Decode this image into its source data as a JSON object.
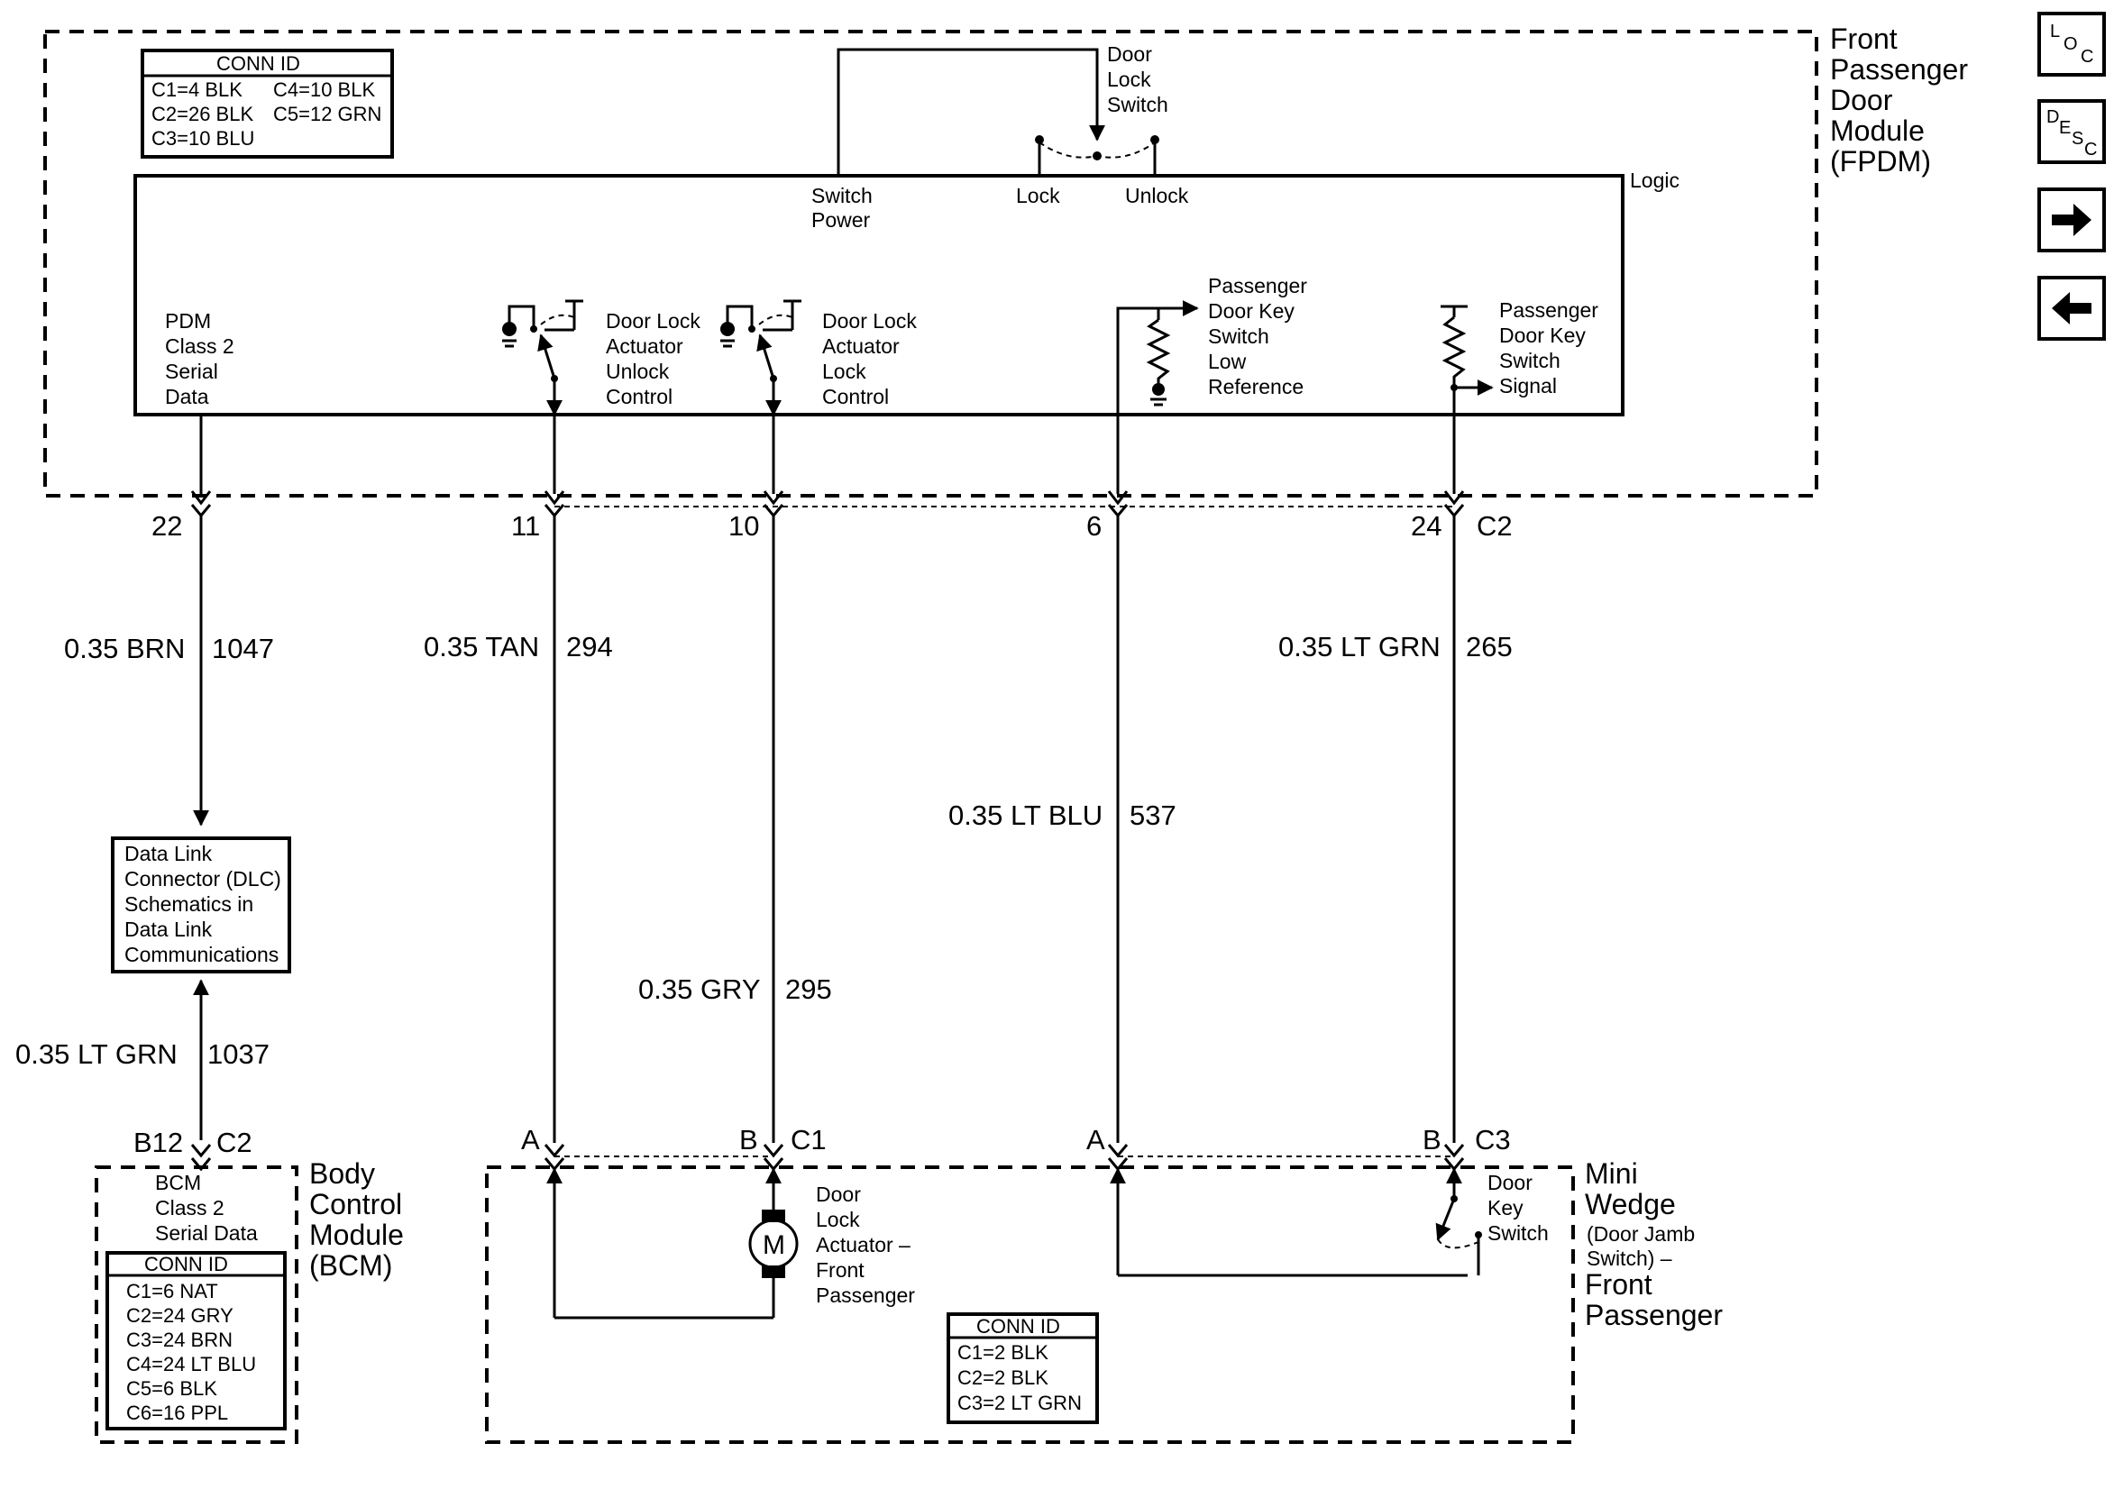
{
  "fpdm": {
    "title": [
      "Front",
      "Passenger",
      "Door",
      "Module",
      "(FPDM)"
    ],
    "logic_label": "Logic",
    "conn_id": {
      "title": "CONN ID",
      "rows": [
        "C1=4 BLK",
        "C2=26 BLK",
        "C3=10 BLU"
      ],
      "rows_right": [
        "C4=10 BLK",
        "C5=12 GRN"
      ]
    },
    "door_lock_switch": [
      "Door",
      "Lock",
      "Switch"
    ],
    "switch_power": [
      "Switch",
      "Power"
    ],
    "lock": "Lock",
    "unlock": "Unlock",
    "pdm_data": [
      "PDM",
      "Class 2",
      "Serial",
      "Data"
    ],
    "unlock_control": [
      "Door Lock",
      "Actuator",
      "Unlock",
      "Control"
    ],
    "lock_control": [
      "Door Lock",
      "Actuator",
      "Lock",
      "Control"
    ],
    "key_low_ref": [
      "Passenger",
      "Door Key",
      "Switch",
      "Low",
      "Reference"
    ],
    "key_signal": [
      "Passenger",
      "Door Key",
      "Switch",
      "Signal"
    ]
  },
  "pins_top": {
    "p22": "22",
    "p11": "11",
    "p10": "10",
    "p6": "6",
    "p24": "24",
    "c2": "C2"
  },
  "wires": {
    "w1047": {
      "color": "0.35 BRN",
      "circuit": "1047"
    },
    "w294": {
      "color": "0.35 TAN",
      "circuit": "294"
    },
    "w265": {
      "color": "0.35 LT GRN",
      "circuit": "265"
    },
    "w537": {
      "color": "0.35 LT BLU",
      "circuit": "537"
    },
    "w295": {
      "color": "0.35 GRY",
      "circuit": "295"
    },
    "w1037": {
      "color": "0.35 LT GRN",
      "circuit": "1037"
    }
  },
  "dlc": [
    "Data Link",
    "Connector (DLC)",
    "Schematics in",
    "Data Link",
    "Communications"
  ],
  "bcm": {
    "pin": "B12",
    "conn": "C2",
    "data": [
      "BCM",
      "Class 2",
      "Serial Data"
    ],
    "title": [
      "Body",
      "Control",
      "Module",
      "(BCM)"
    ],
    "conn_id": {
      "title": "CONN ID",
      "rows": [
        "C1=6 NAT",
        "C2=24 GRY",
        "C3=24 BRN",
        "C4=24 LT BLU",
        "C5=6 BLK",
        "C6=16 PPL"
      ]
    }
  },
  "bottom_pins": {
    "a1": "A",
    "b1": "B",
    "c1": "C1",
    "a2": "A",
    "b2": "B",
    "c3": "C3"
  },
  "motor": {
    "symbol": "M",
    "label": [
      "Door",
      "Lock",
      "Actuator –",
      "Front",
      "Passenger"
    ]
  },
  "door_key_switch": [
    "Door",
    "Key",
    "Switch"
  ],
  "mini_wedge": {
    "title": [
      "Mini",
      "Wedge"
    ],
    "sub": [
      "(Door Jamb",
      "Switch) –"
    ],
    "title2": [
      "Front",
      "Passenger"
    ],
    "conn_id": {
      "title": "CONN ID",
      "rows": [
        "C1=2 BLK",
        "C2=2 BLK",
        "C3=2 LT GRN"
      ]
    }
  },
  "nav": {
    "loc": {
      "letters": [
        "L",
        "O",
        "C"
      ],
      "icon": "location-icon"
    },
    "desc": {
      "letters": [
        "D",
        "E",
        "S",
        "C"
      ],
      "icon": "description-icon"
    },
    "next": {
      "icon": "arrow-right-icon"
    },
    "prev": {
      "icon": "arrow-left-icon"
    }
  }
}
